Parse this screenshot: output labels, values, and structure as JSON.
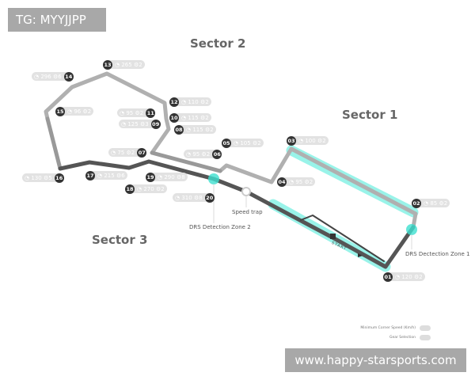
{
  "tag": "TG: MYYJJPP",
  "watermark": "www.happy-starsports.com",
  "sectors": {
    "s1": "Sector 1",
    "s2": "Sector 2",
    "s3": "Sector 3"
  },
  "labels": {
    "drs1": "DRS Dectection Zone 1",
    "drs2": "DRS Detection Zone 2",
    "speed_trap": "Speed trap",
    "start": "START"
  },
  "legend": {
    "speed": "Minimum Corner Speed (Km/h)",
    "gear": "Gear Selection"
  },
  "colors": {
    "drs": "#3de0d0",
    "track_dark": "#555555",
    "track_light": "#aaaaaa"
  },
  "corners": [
    {
      "n": "01",
      "speed": "120",
      "gear": "2"
    },
    {
      "n": "02",
      "speed": "85",
      "gear": "2"
    },
    {
      "n": "03",
      "speed": "100",
      "gear": "2"
    },
    {
      "n": "04",
      "speed": "95",
      "gear": "2"
    },
    {
      "n": "05",
      "speed": "105",
      "gear": "2"
    },
    {
      "n": "06",
      "speed": "95",
      "gear": "2"
    },
    {
      "n": "07",
      "speed": "75",
      "gear": "2"
    },
    {
      "n": "08",
      "speed": "115",
      "gear": "2"
    },
    {
      "n": "09",
      "speed": "125",
      "gear": "3"
    },
    {
      "n": "10",
      "speed": "115",
      "gear": "2"
    },
    {
      "n": "11",
      "speed": "95",
      "gear": "2"
    },
    {
      "n": "12",
      "speed": "110",
      "gear": "2"
    },
    {
      "n": "13",
      "speed": "265",
      "gear": "2"
    },
    {
      "n": "14",
      "speed": "296",
      "gear": "6"
    },
    {
      "n": "15",
      "speed": "96",
      "gear": "2"
    },
    {
      "n": "16",
      "speed": "130",
      "gear": "5"
    },
    {
      "n": "17",
      "speed": "215",
      "gear": "6"
    },
    {
      "n": "18",
      "speed": "270",
      "gear": "2"
    },
    {
      "n": "19",
      "speed": "290",
      "gear": "8"
    },
    {
      "n": "20",
      "speed": "310",
      "gear": "8"
    }
  ]
}
